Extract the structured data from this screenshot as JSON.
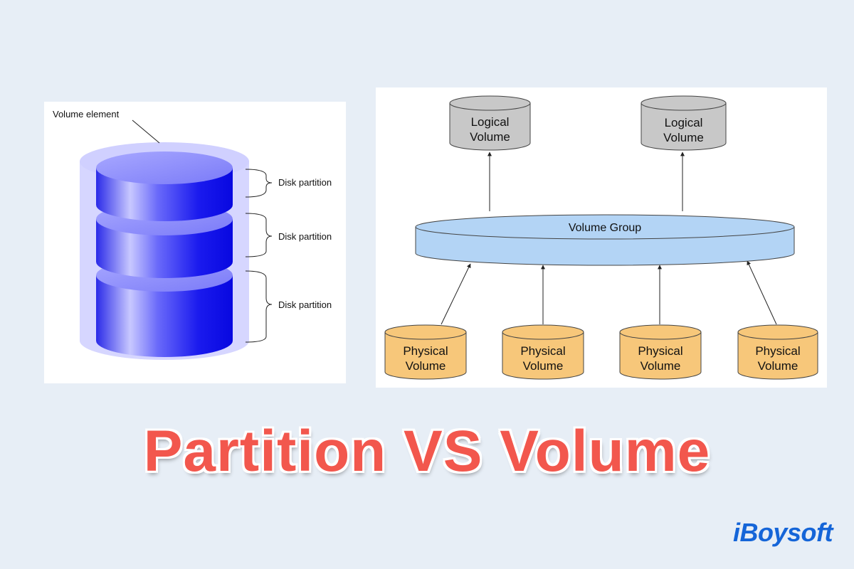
{
  "left_diagram": {
    "volume_label": "Volume element",
    "partitions": [
      {
        "label": "Disk partition"
      },
      {
        "label": "Disk partition"
      },
      {
        "label": "Disk partition"
      }
    ]
  },
  "right_diagram": {
    "logical_volumes": [
      {
        "line1": "Logical",
        "line2": "Volume"
      },
      {
        "line1": "Logical",
        "line2": "Volume"
      }
    ],
    "volume_group": "Volume Group",
    "physical_volumes": [
      {
        "line1": "Physical",
        "line2": "Volume"
      },
      {
        "line1": "Physical",
        "line2": "Volume"
      },
      {
        "line1": "Physical",
        "line2": "Volume"
      },
      {
        "line1": "Physical",
        "line2": "Volume"
      }
    ]
  },
  "headline": "Partition VS Volume",
  "brand": "iBoysoft",
  "colors": {
    "background": "#e7eef6",
    "headline": "#f2574d",
    "brand": "#1565d8",
    "partition_blue": "#2020f0",
    "logical_volume_gray": "#c8c8c8",
    "volume_group_blue": "#b3d4f5",
    "physical_volume_orange": "#f7c77a"
  }
}
